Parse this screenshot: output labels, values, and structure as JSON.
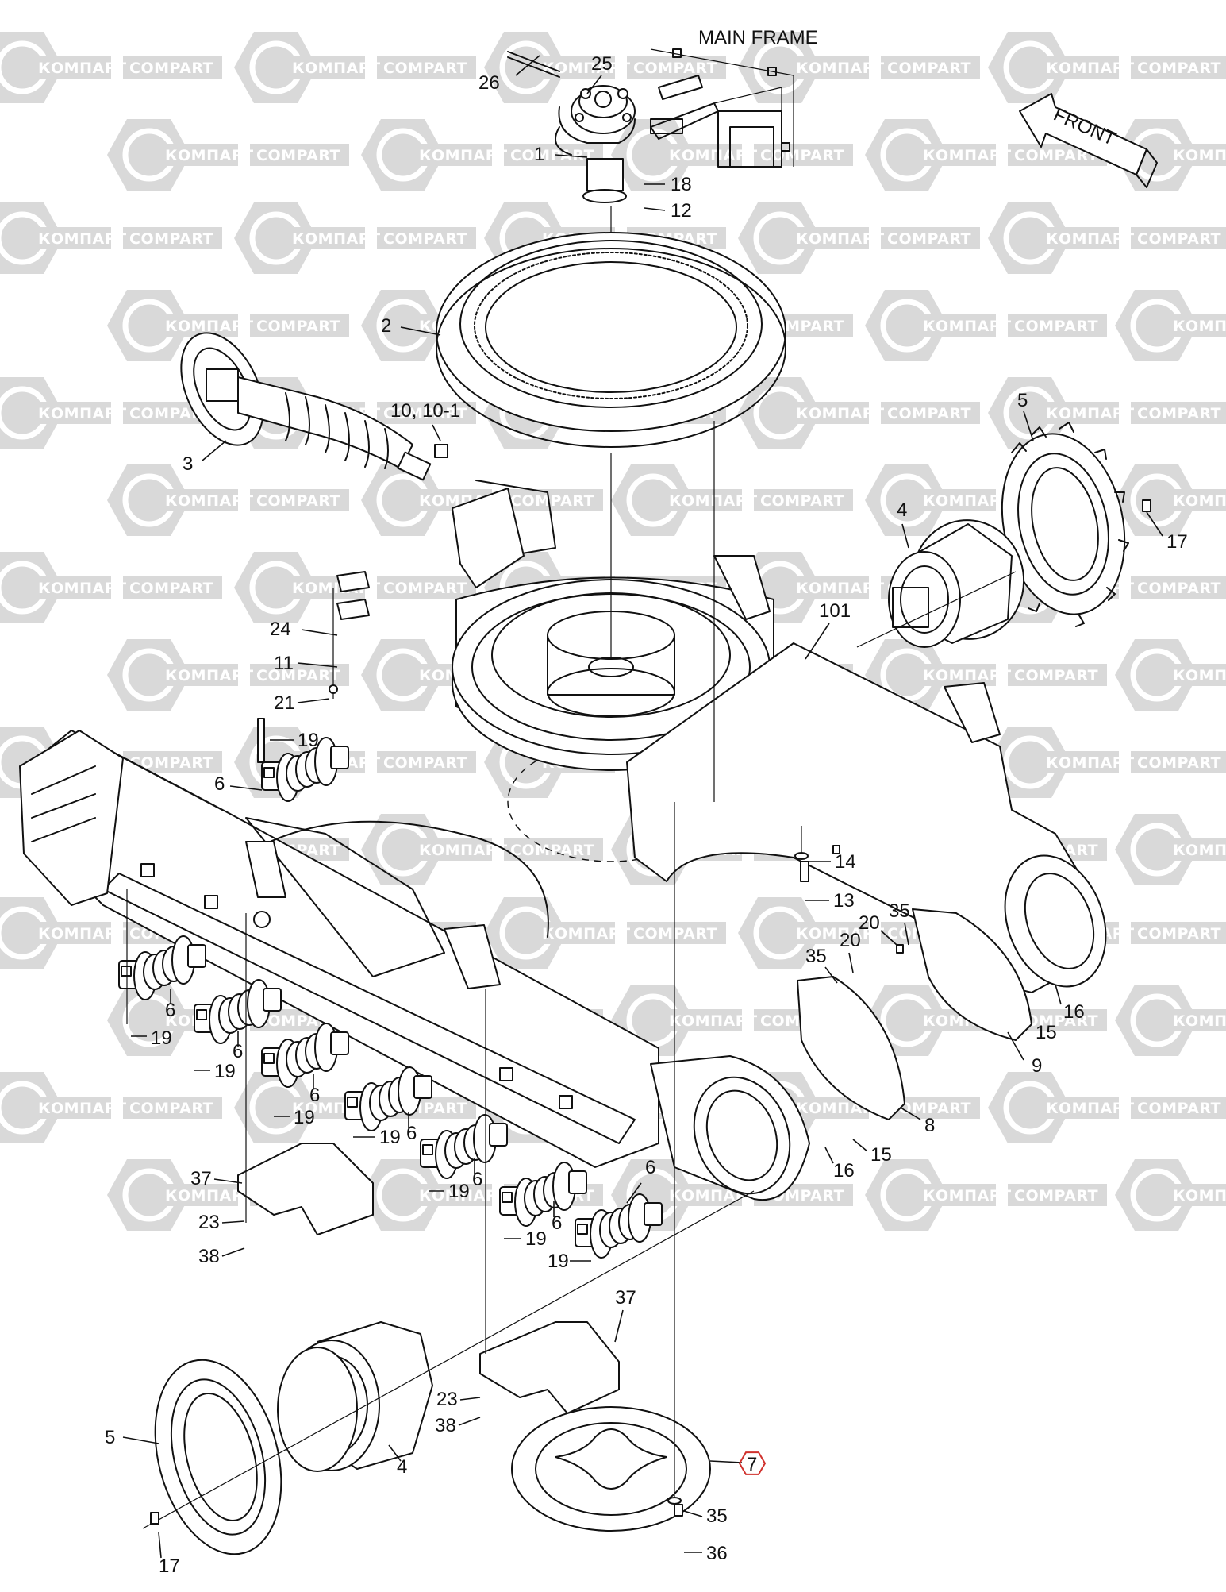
{
  "title": "MAIN FRAME",
  "direction_marker": "FRONT",
  "watermarks": [
    "КОМПАРТ",
    "COMPART"
  ],
  "colors": {
    "lines": "#111111",
    "watermark": "#d9d9d9",
    "highlight_callout": "#d0312d"
  },
  "callouts": {
    "c26": "26",
    "c25": "25",
    "c1": "1",
    "c18": "18",
    "c12": "12",
    "c2": "2",
    "c3": "3",
    "c10": "10, 10-1",
    "c5a": "5",
    "c4a": "4",
    "c17a": "17",
    "c101": "101",
    "c24": "24",
    "c11": "11",
    "c21": "21",
    "c19a": "19",
    "c6a": "6",
    "c14": "14",
    "c13": "13",
    "c20a": "20",
    "c35a": "35",
    "c20b": "20",
    "c35b": "35",
    "c15a": "15",
    "c16a": "16",
    "c9": "9",
    "c6b": "6",
    "c19b": "19",
    "c6c": "6",
    "c19c": "19",
    "c6d": "6",
    "c19d": "19",
    "c6e": "6",
    "c19e": "19",
    "c6f": "6",
    "c19f": "19",
    "c6g": "6",
    "c19g": "19",
    "c6h": "6",
    "c19h": "19",
    "c8": "8",
    "c15b": "15",
    "c16b": "16",
    "c37a": "37",
    "c23a": "23",
    "c38a": "38",
    "c37b": "37",
    "c23b": "23",
    "c38b": "38",
    "c5b": "5",
    "c4b": "4",
    "c17b": "17",
    "c7": "7",
    "c35c": "35",
    "c36": "36"
  }
}
